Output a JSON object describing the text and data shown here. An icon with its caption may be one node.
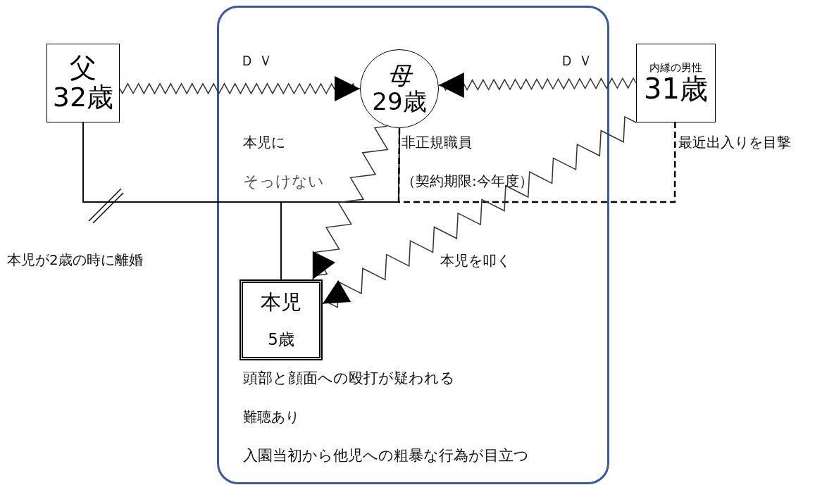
{
  "diagram": {
    "nodes": [
      {
        "text": [],
        "shape": "box"
      },
      {
        "text": [
          "父",
          "32歳"
        ]
      },
      {
        "text": [
          "母",
          "29歳"
        ],
        "in": 0,
        "beside": [
          "本児に",
          "そっけない",
          "非正規職員",
          "（契約期限:今年度）"
        ]
      },
      {
        "text": [
          "内縁の男性",
          "31歳"
        ],
        "beside": [
          "最近出入りを目撃"
        ]
      },
      {
        "text": [
          "本児",
          "5歳"
        ],
        "in": 0,
        "beside": [
          "頭部と顔面への殴打が疑われる",
          "難聴あり",
          "入園当初から他児への粗暴な行為が目立つ"
        ]
      }
    ],
    "edges": [
      {
        "from": 1,
        "to": 2,
        "arrow": "none"
      },
      {
        "from": 2,
        "to": 3,
        "arrow": "none",
        "style": "dashed"
      },
      {
        "from": 1,
        "to": 4,
        "arrow": "none"
      },
      {
        "from": 2,
        "to": 4,
        "arrow": "none"
      },
      {
        "from": 1,
        "to": 2,
        "arrow": "to",
        "label": "ＤＶ"
      },
      {
        "from": 3,
        "to": 2,
        "arrow": "to",
        "label": "ＤＶ"
      },
      {
        "from": 2,
        "to": 4,
        "arrow": "to"
      },
      {
        "from": 3,
        "to": 4,
        "arrow": "to",
        "label": "本児を叩く"
      }
    ],
    "labels": [
      "本児が2歳の時に離婚"
    ]
  }
}
